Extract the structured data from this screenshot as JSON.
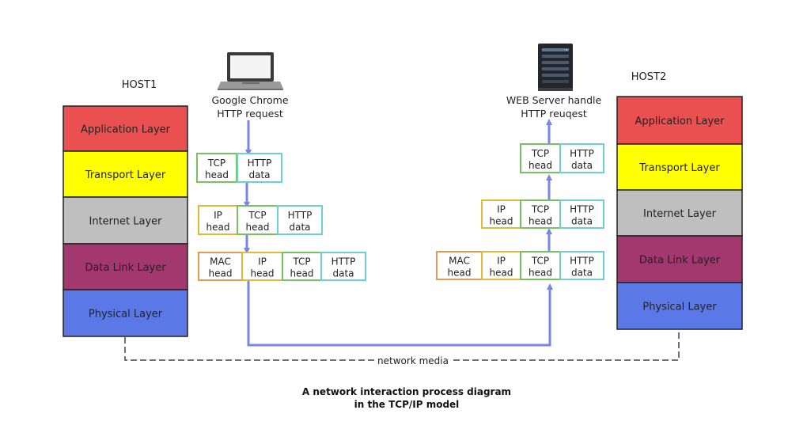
{
  "colors": {
    "application": "#EA5050",
    "transport": "#FFFF00",
    "internet": "#BFBFBF",
    "datalink": "#A3386F",
    "physical": "#5A79E6",
    "tcp_border": "#77C25E",
    "http_border": "#6CCFD3",
    "ip_border": "#DDBB36",
    "mac_border": "#E09A52",
    "flow_arrow": "#7B84E8",
    "media_line": "#444444"
  },
  "hosts": [
    {
      "title": "HOST1",
      "layers": [
        {
          "label": "Application Layer",
          "color": "application"
        },
        {
          "label": "Transport Layer",
          "color": "transport"
        },
        {
          "label": "Internet Layer",
          "color": "internet"
        },
        {
          "label": "Data Link Layer",
          "color": "datalink"
        },
        {
          "label": "Physical Layer",
          "color": "physical"
        }
      ]
    },
    {
      "title": "HOST2",
      "layers": [
        {
          "label": "Application Layer",
          "color": "application"
        },
        {
          "label": "Transport Layer",
          "color": "transport"
        },
        {
          "label": "Internet Layer",
          "color": "internet"
        },
        {
          "label": "Data Link Layer",
          "color": "datalink"
        },
        {
          "label": "Physical Layer",
          "color": "physical"
        }
      ]
    }
  ],
  "client": {
    "icon": "laptop-icon",
    "caption": [
      "Google Chrome",
      "HTTP request"
    ]
  },
  "server": {
    "icon": "server-icon",
    "caption": [
      "WEB Server handle",
      "HTTP reuqest"
    ]
  },
  "segments": {
    "mac": [
      "MAC",
      "head"
    ],
    "ip": [
      "IP",
      "head"
    ],
    "tcp": [
      "TCP",
      "head"
    ],
    "http": [
      "HTTP",
      "data"
    ]
  },
  "media_label": "network media",
  "footer": [
    "A network interaction process diagram",
    "in the TCP/IP model"
  ]
}
